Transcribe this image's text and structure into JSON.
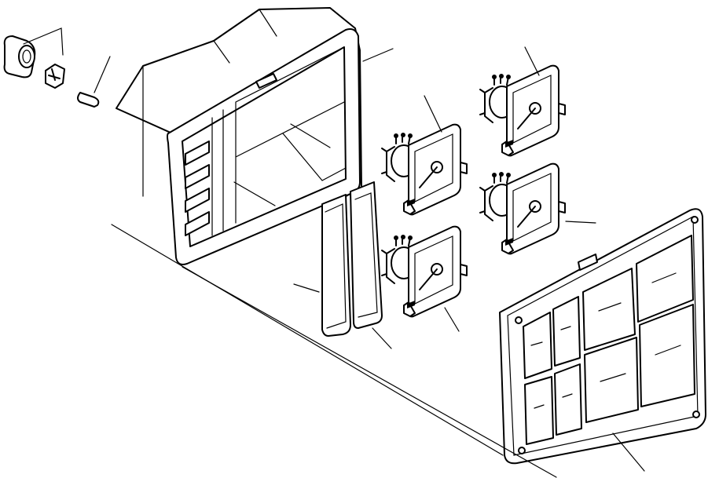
{
  "diagram": {
    "type": "exploded-parts-view",
    "background": "#ffffff",
    "line_color": "#000000",
    "parts": [
      {
        "id": "bulb-socket",
        "icon": "bulb-socket-icon"
      },
      {
        "id": "bulb-holder",
        "icon": "bulb-holder-icon"
      },
      {
        "id": "clip",
        "icon": "clip-icon"
      },
      {
        "id": "gauge-housing",
        "icon": "housing-icon"
      },
      {
        "id": "gauge-top-right",
        "icon": "gauge-icon"
      },
      {
        "id": "gauge-middle-left",
        "icon": "gauge-icon"
      },
      {
        "id": "gauge-middle-right",
        "icon": "gauge-icon"
      },
      {
        "id": "gauge-bottom-left",
        "icon": "gauge-icon"
      },
      {
        "id": "cover-plate-left",
        "icon": "plate-icon"
      },
      {
        "id": "cover-plate-right",
        "icon": "plate-icon"
      },
      {
        "id": "front-panel",
        "icon": "panel-icon"
      }
    ]
  }
}
